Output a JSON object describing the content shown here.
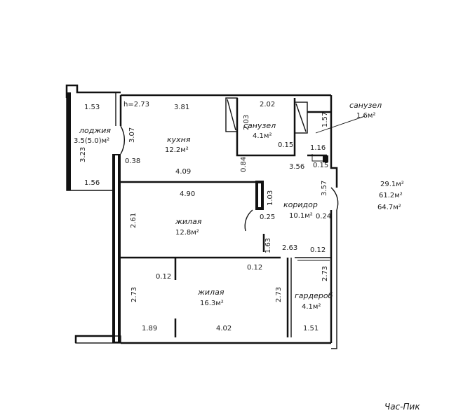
{
  "ceiling_height": "h=2.73",
  "rooms": {
    "loggia": {
      "name": "лоджия",
      "area": "3.5(5.0)м²"
    },
    "kitchen": {
      "name": "кухня",
      "area": "12.2м²"
    },
    "bath_inner": {
      "name": "санузел",
      "area": "4.1м²"
    },
    "bath_outer": {
      "name": "санузел",
      "area": "1.6м²"
    },
    "corridor": {
      "name": "коридор",
      "area": "10.1м²"
    },
    "living1": {
      "name": "жилая",
      "area": "12.8м²"
    },
    "living2": {
      "name": "жилая",
      "area": "16.3м²"
    },
    "wardrobe": {
      "name": "гардероб",
      "area": "4.1м²"
    }
  },
  "totals": [
    "29.1м²",
    "61.2м²",
    "64.7м²"
  ],
  "dimensions": {
    "d153": "1.53",
    "d323": "3.23",
    "d156": "1.56",
    "d381": "3.81",
    "d307": "3.07",
    "d038": "0.38",
    "d409": "4.09",
    "d202": "2.02",
    "d203": "2.03",
    "d015a": "0.15",
    "d356": "3.56",
    "d084": "0.84",
    "d157": "1.57",
    "d116": "1.16",
    "d015b": "0.15",
    "d357": "3.57",
    "d490": "4.90",
    "d103": "1.03",
    "d261": "2.61",
    "d025": "0.25",
    "d024": "0.24",
    "d163": "1.63",
    "d263": "2.63",
    "d012a": "0.12",
    "d012b": "0.12",
    "d012c": "0.12",
    "d273a": "2.73",
    "d273b": "2.73",
    "d273c": "2.73",
    "d189": "1.89",
    "d402": "4.02",
    "d151": "1.51"
  },
  "watermark": "Час-Пик"
}
